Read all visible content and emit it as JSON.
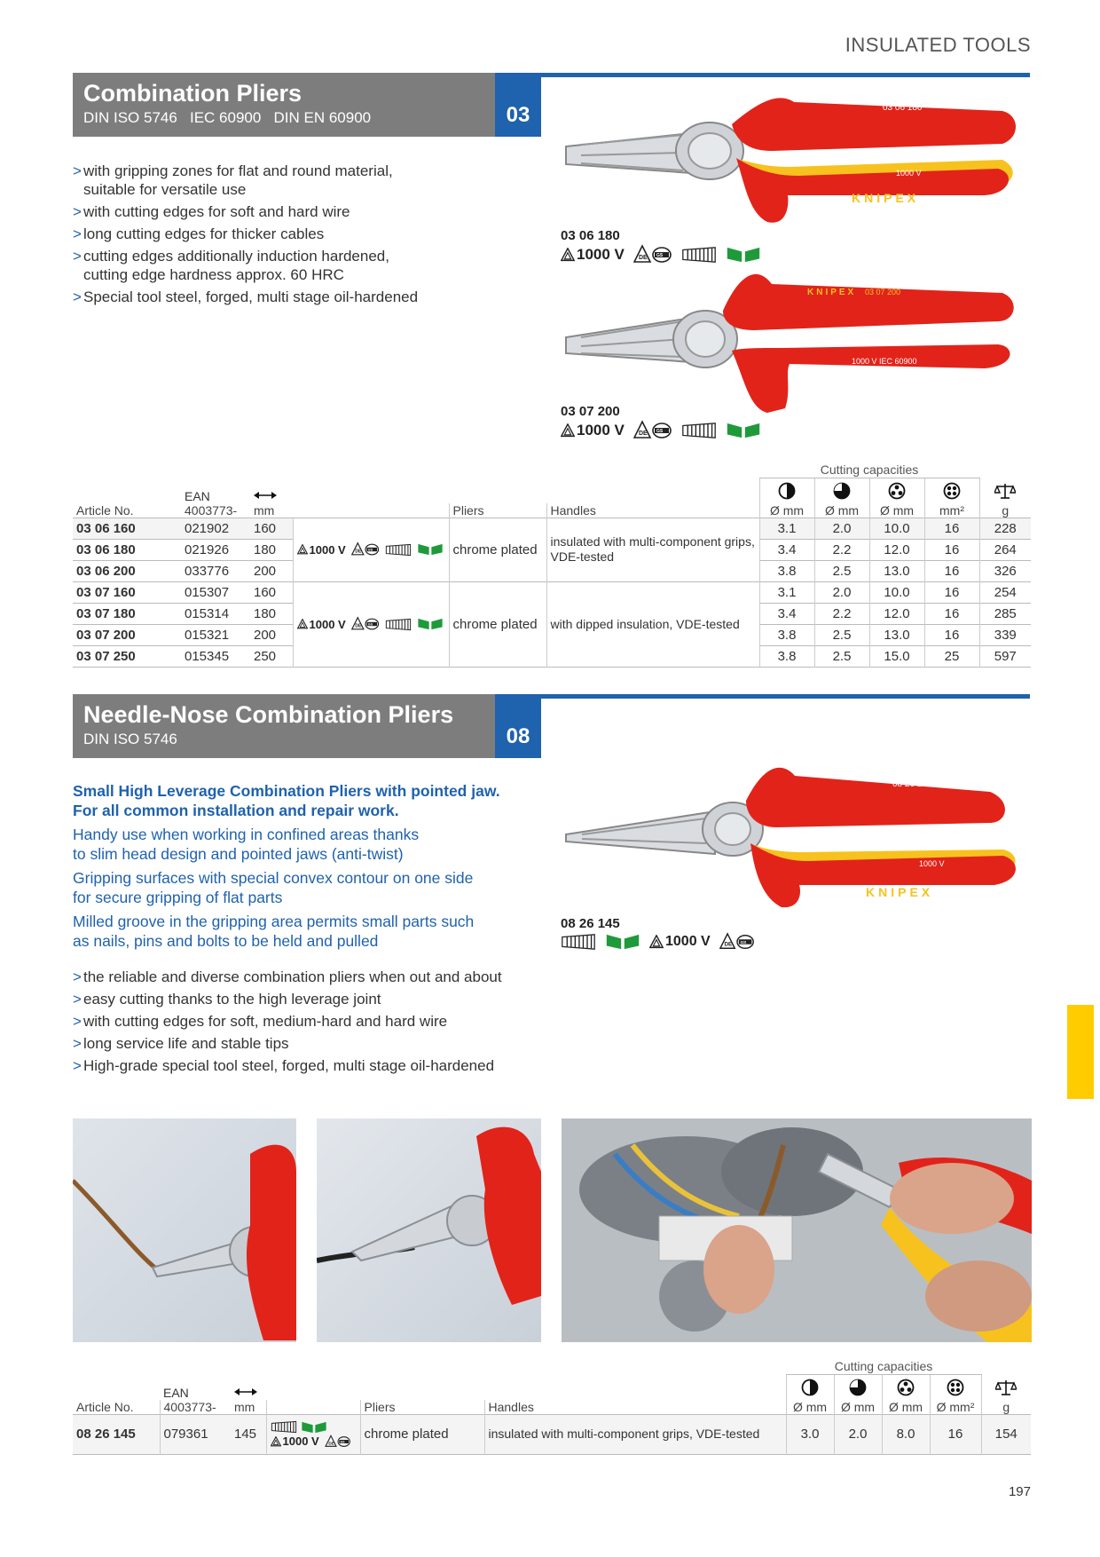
{
  "header": {
    "section": "INSULATED TOOLS"
  },
  "colors": {
    "accent": "#1f62ad",
    "title_bg": "#7d7d7d",
    "tab_yellow": "#ffcc00",
    "handle_red": "#e2231a",
    "handle_yellow": "#f7c21e",
    "green_mark": "#1f9a3a"
  },
  "section1": {
    "title": "Combination Pliers",
    "standards": "DIN ISO 5746   IEC 60900   DIN EN 60900",
    "number": "03",
    "features": [
      "with gripping zones for flat and round material,\nsuitable for versatile use",
      "with cutting edges for soft and hard wire",
      "long cutting edges for thicker cables",
      "cutting edges additionally induction hardened,\ncutting edge hardness approx. 60 HRC",
      "Special tool steel, forged, multi stage oil-hardened"
    ],
    "product1": {
      "label": "03 06 180",
      "voltage": "1000 V",
      "handle_text": "03 06 180",
      "brand": "KNIPEX",
      "handle_print": "1000 V"
    },
    "product2": {
      "label": "03 07 200",
      "voltage": "1000 V",
      "handle_text": "03 07 200",
      "brand": "KNIPEX",
      "handle_print": "1000 V  IEC 60900"
    },
    "table": {
      "cutting_caption": "Cutting capacities",
      "headers": {
        "article": "Article No.",
        "ean": "EAN",
        "ean2": "4003773-",
        "mm": "mm",
        "pliers": "Pliers",
        "handles": "Handles",
        "c1": "Ø mm",
        "c2": "Ø mm",
        "c3": "Ø mm",
        "c4": "mm²",
        "weight": "g"
      },
      "group1": {
        "voltage": "1000 V",
        "pliers": "chrome plated",
        "handles": "insulated with multi-component grips, VDE-tested"
      },
      "group2": {
        "voltage": "1000 V",
        "pliers": "chrome plated",
        "handles": "with dipped insulation, VDE-tested"
      },
      "rows": [
        {
          "article": "03 06 160",
          "ean": "021902",
          "mm": "160",
          "c1": "3.1",
          "c2": "2.0",
          "c3": "10.0",
          "c4": "16",
          "g": "228"
        },
        {
          "article": "03 06 180",
          "ean": "021926",
          "mm": "180",
          "c1": "3.4",
          "c2": "2.2",
          "c3": "12.0",
          "c4": "16",
          "g": "264"
        },
        {
          "article": "03 06 200",
          "ean": "033776",
          "mm": "200",
          "c1": "3.8",
          "c2": "2.5",
          "c3": "13.0",
          "c4": "16",
          "g": "326"
        },
        {
          "article": "03 07 160",
          "ean": "015307",
          "mm": "160",
          "c1": "3.1",
          "c2": "2.0",
          "c3": "10.0",
          "c4": "16",
          "g": "254"
        },
        {
          "article": "03 07 180",
          "ean": "015314",
          "mm": "180",
          "c1": "3.4",
          "c2": "2.2",
          "c3": "12.0",
          "c4": "16",
          "g": "285"
        },
        {
          "article": "03 07 200",
          "ean": "015321",
          "mm": "200",
          "c1": "3.8",
          "c2": "2.5",
          "c3": "13.0",
          "c4": "16",
          "g": "339"
        },
        {
          "article": "03 07 250",
          "ean": "015345",
          "mm": "250",
          "c1": "3.8",
          "c2": "2.5",
          "c3": "15.0",
          "c4": "25",
          "g": "597"
        }
      ]
    }
  },
  "section2": {
    "title": "Needle-Nose Combination Pliers",
    "standards": "DIN ISO 5746",
    "number": "08",
    "intro_bold": "Small High Leverage Combination Pliers with pointed jaw.\nFor all common installation and repair work.",
    "intro_points": [
      "Handy use when working in confined areas thanks\nto slim head design and pointed jaws (anti-twist)",
      "Gripping surfaces with special convex contour on one side\nfor secure gripping of flat parts",
      "Milled groove in the gripping area permits small parts such\nas nails, pins and bolts to be held and pulled"
    ],
    "features": [
      "the reliable and diverse combination pliers when out and about",
      "easy cutting thanks to the high leverage joint",
      "with cutting edges for soft, medium-hard and hard wire",
      "long service life and stable tips",
      "High-grade special tool steel, forged, multi stage oil-hardened"
    ],
    "product": {
      "label": "08 26 145",
      "voltage": "1000 V",
      "handle_text": "08 26 145",
      "brand": "KNIPEX",
      "handle_print": "1000 V"
    },
    "table": {
      "cutting_caption": "Cutting capacities",
      "headers": {
        "article": "Article No.",
        "ean": "EAN",
        "ean2": "4003773-",
        "mm": "mm",
        "pliers": "Pliers",
        "handles": "Handles",
        "c1": "Ø mm",
        "c2": "Ø mm",
        "c3": "Ø mm",
        "c4": "Ø mm²",
        "weight": "g"
      },
      "rows": [
        {
          "article": "08 26 145",
          "ean": "079361",
          "mm": "145",
          "voltage": "1000 V",
          "pliers": "chrome plated",
          "handles": "insulated with multi-component grips, VDE-tested",
          "c1": "3.0",
          "c2": "2.0",
          "c3": "8.0",
          "c4": "16",
          "g": "154"
        }
      ]
    }
  },
  "footer": {
    "page_number": "197"
  }
}
